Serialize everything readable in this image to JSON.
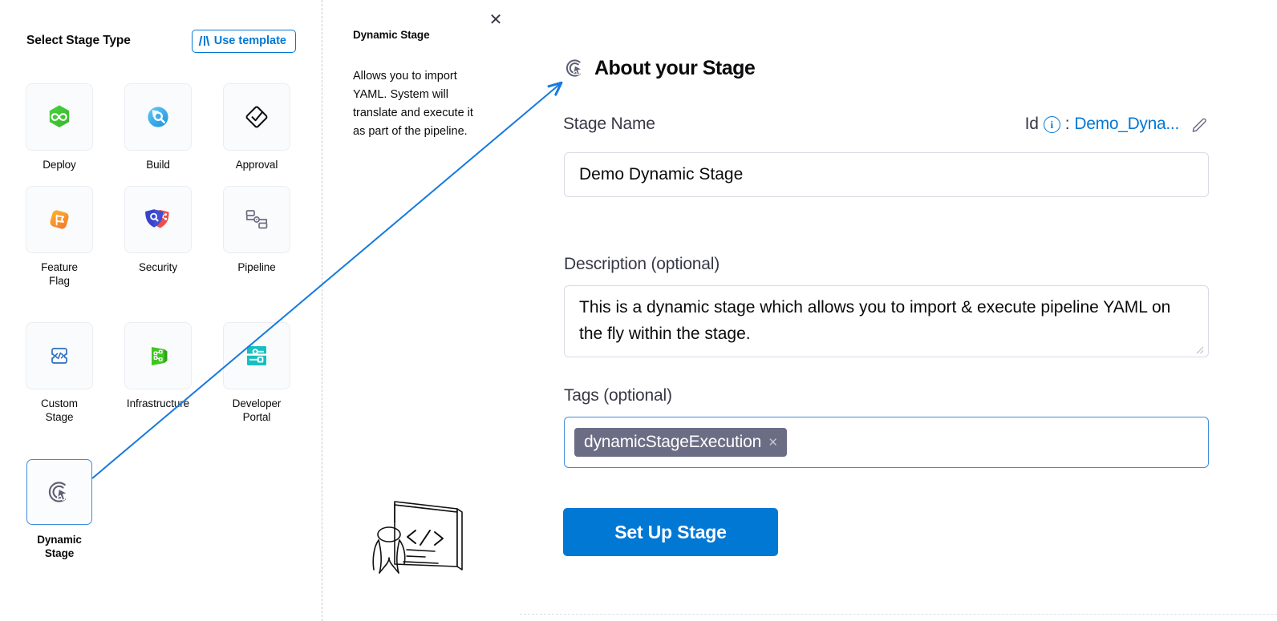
{
  "left_panel": {
    "title": "Select Stage Type",
    "use_template_label": "Use template",
    "accent_color": "#0278d5",
    "stages": [
      {
        "label": "Deploy",
        "icon": "deploy-hexagon-infinity-icon",
        "selected": false
      },
      {
        "label": "Build",
        "icon": "build-magnifier-icon",
        "selected": false
      },
      {
        "label": "Approval",
        "icon": "approval-diamond-check-icon",
        "selected": false
      },
      {
        "label": "Feature\nFlag",
        "icon": "feature-flag-icon",
        "selected": false
      },
      {
        "label": "Security",
        "icon": "security-shields-icon",
        "selected": false
      },
      {
        "label": "Pipeline",
        "icon": "pipeline-nodes-icon",
        "selected": false
      },
      {
        "label": "Custom\nStage",
        "icon": "custom-stage-code-icon",
        "selected": false
      },
      {
        "label": "Infrastructure",
        "icon": "infrastructure-nodes-icon",
        "selected": false
      },
      {
        "label": "Developer\nPortal",
        "icon": "developer-portal-panel-icon",
        "selected": false
      },
      {
        "label": "Dynamic\nStage",
        "icon": "dynamic-stage-cursor-target-icon",
        "selected": true
      }
    ]
  },
  "middle_panel": {
    "close_icon": "close-icon",
    "title": "Dynamic Stage",
    "description": "Allows you to import YAML. System will translate and execute it as part of the pipeline.",
    "illustration": "person-presenting-code-board-sketch"
  },
  "right_panel": {
    "header_icon": "dynamic-stage-cursor-target-icon",
    "header_title": "About your Stage",
    "stage_name": {
      "label": "Stage Name",
      "value": "Demo Dynamic Stage",
      "placeholder": "Enter Stage Name"
    },
    "id": {
      "prefix": "Id",
      "separator": ":",
      "value": "Demo_Dyna...",
      "info_glyph": "i",
      "info_icon": "info-icon",
      "edit_icon": "edit-pencil-icon",
      "color": "#0278d5"
    },
    "description": {
      "label": "Description (optional)",
      "value": "This is a dynamic stage which allows you to import & execute pipeline YAML on the fly within the stage.",
      "placeholder": "Description"
    },
    "tags": {
      "label": "Tags (optional)",
      "chips": [
        {
          "label": "dynamicStageExecution",
          "remove_glyph": "×"
        }
      ],
      "chip_bg": "#6b6d85",
      "focus_border": "#3f8ddb"
    },
    "submit_button": {
      "label": "Set Up Stage",
      "color": "#0278d5"
    }
  },
  "annotation_arrow": {
    "color": "#1779e0",
    "from": "dynamic-stage-card",
    "to": "about-your-stage-header"
  }
}
